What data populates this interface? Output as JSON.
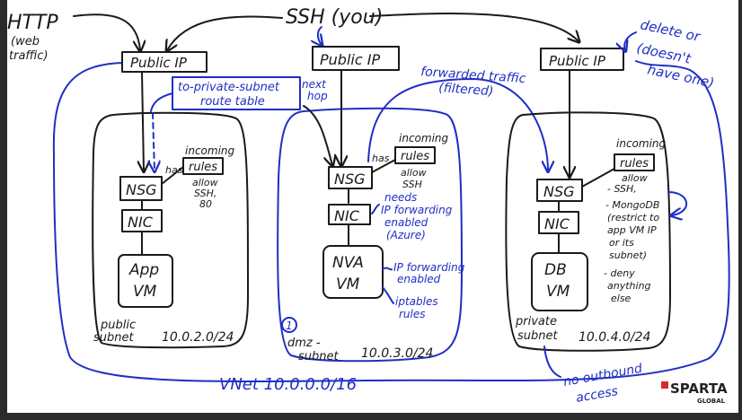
{
  "inputs": {
    "http": "HTTP",
    "web_traffic": [
      "(web",
      "traffic)"
    ],
    "ssh_you": "SSH (you)"
  },
  "public_ip_label": "Public IP",
  "route_table": [
    "to-private-subnet",
    "route table"
  ],
  "next_hop": [
    "next",
    "hop"
  ],
  "forwarded_traffic": [
    "forwarded traffic",
    "(filtered)"
  ],
  "delete_note": [
    "delete or",
    "(doesn't",
    "have one)"
  ],
  "common": {
    "nsg": "NSG",
    "nic": "NIC",
    "incoming_rules": [
      "incoming",
      "rules"
    ],
    "has": "has"
  },
  "public_subnet": {
    "allow_rules": [
      "allow",
      "SSH,",
      "80"
    ],
    "vm": [
      "App",
      "VM"
    ],
    "name": [
      "public",
      "subnet"
    ],
    "cidr": "10.0.2.0/24"
  },
  "dmz_subnet": {
    "allow_rules": [
      "allow",
      "SSH"
    ],
    "nic_note": [
      "needs",
      "IP forwarding",
      "enabled",
      "(Azure)"
    ],
    "vm": [
      "NVA",
      "VM"
    ],
    "vm_notes": [
      "IP forwarding",
      "enabled"
    ],
    "iptables": [
      "iptables",
      "rules"
    ],
    "number": "1",
    "name": [
      "dmz -",
      "subnet"
    ],
    "cidr": "10.0.3.0/24"
  },
  "private_subnet": {
    "allow_rules": [
      "allow",
      "- SSH,",
      "- MongoDB",
      "(restrict to",
      "app VM IP",
      "or its",
      "subnet)",
      "- deny",
      "anything",
      "else"
    ],
    "vm": [
      "DB",
      "VM"
    ],
    "name": [
      "private",
      "subnet"
    ],
    "cidr": "10.0.4.0/24"
  },
  "vnet": "VNet  10.0.0.0/16",
  "no_outbound": [
    "no outbound",
    "access"
  ],
  "logo": {
    "main": "SPARTA",
    "sub": "GLOBAL"
  },
  "colors": {
    "ink": "#1a1a1a",
    "marker_blue": "#1f2fc4",
    "frame": "#2b2b2b"
  }
}
